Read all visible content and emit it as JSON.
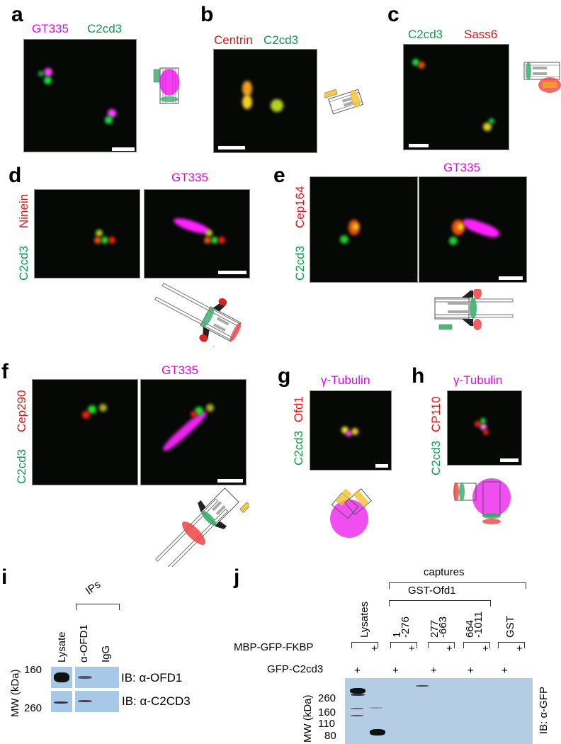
{
  "panels": {
    "a": {
      "label": "a",
      "stain_1": "GT335",
      "stain_2": "C2cd3"
    },
    "b": {
      "label": "b",
      "stain_1": "Centrin",
      "stain_2": "C2cd3"
    },
    "c": {
      "label": "c",
      "stain_1": "C2cd3",
      "stain_2": "Sass6"
    },
    "d": {
      "label": "d",
      "side_1": "C2cd3",
      "side_2": "Ninein",
      "top": "GT335"
    },
    "e": {
      "label": "e",
      "side_1": "C2cd3",
      "side_2": "Cep164",
      "top": "GT335"
    },
    "f": {
      "label": "f",
      "side_1": "C2cd3",
      "side_2": "Cep290",
      "top": "GT335"
    },
    "g": {
      "label": "g",
      "side_1": "C2cd3",
      "side_2": "Ofd1",
      "top": "γ-Tubulin"
    },
    "h": {
      "label": "h",
      "side_1": "C2cd3",
      "side_2": "CP110",
      "top": "γ-Tubulin"
    },
    "i": {
      "label": "i",
      "group": "IPs",
      "lanes": [
        "Lysate",
        "α-OFD1",
        "IgG"
      ],
      "mw_axis": "MW (kDa)",
      "mw_ticks": [
        "160",
        "260"
      ],
      "blots": [
        "IB: α-OFD1",
        "IB: α-C2CD3"
      ]
    },
    "j": {
      "label": "j",
      "captures": "captures",
      "gst_ofd1": "GST-Ofd1",
      "lanes": [
        "Lysates",
        "1\n-276",
        "277\n-663",
        "664\n-1011",
        "GST"
      ],
      "lane_1": "Lysates",
      "lane_2a": "1",
      "lane_2b": "-276",
      "lane_3a": "277",
      "lane_3b": "-663",
      "lane_4a": "664",
      "lane_4b": "-1011",
      "lane_5": "GST",
      "row_1": "MBP-GFP-FKBP",
      "row_2": "GFP-C2cd3",
      "plus": "+",
      "mw_axis": "MW (kDa)",
      "mw_ticks": [
        "260",
        "160",
        "110",
        "80"
      ],
      "blot": "IB: α-GFP"
    }
  },
  "colors": {
    "magenta": "#ee00ee",
    "green": "#0a9e4a",
    "red": "#ee1111",
    "blot": "#a8c8e8"
  }
}
